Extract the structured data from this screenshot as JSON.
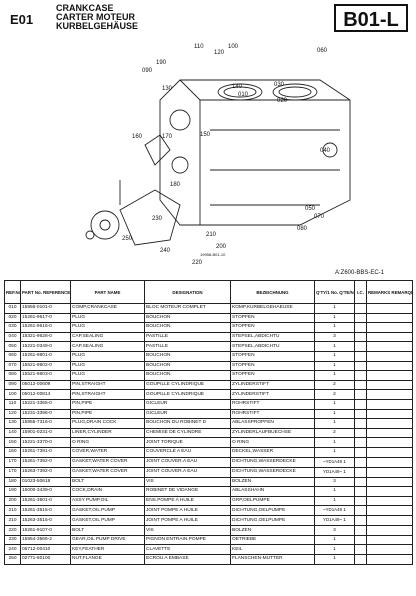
{
  "header": {
    "section_code": "E01",
    "title_lines": [
      "CRANKCASE",
      "CARTER MOTEUR",
      "KURBELGEHÄUSE"
    ],
    "page_code": "B01-L"
  },
  "figure": {
    "callouts": [
      "010",
      "020",
      "030",
      "040",
      "050",
      "060",
      "070",
      "080",
      "090",
      "100",
      "110",
      "120",
      "130",
      "140",
      "150",
      "160",
      "170",
      "180",
      "190",
      "200",
      "210",
      "220",
      "230",
      "240",
      "250"
    ],
    "figure_code": "19958-B01-10"
  },
  "diagram_ref": "A:Z600-BBS-EC-1",
  "table": {
    "headers": {
      "ref": "REF.No. POS.No. BILD-Nr.",
      "part_no": "PART No. REFERENCE BESTELL-Nr.",
      "part_name": "PART NAME",
      "designation": "DESIGNATION",
      "bezeichnung": "BEZEICHNUNG",
      "qty": "Q'TY/1 No. Q'TE/No. STUECK/1 No.",
      "ic": "I.C.",
      "remarks": "REMARKS REMARQUES BEMERKUNGEN"
    },
    "rows": [
      {
        "ref": "010",
        "part": "15956-0101-0",
        "name": "COMP,CRANKCASE",
        "des": "BLOC MOTEUR COMPLET",
        "bez": "KOMP,KURBELGEHAEUSE",
        "qty": "1",
        "mark": ""
      },
      {
        "ref": "020",
        "part": "15261-9617-0",
        "name": "PLUG",
        "des": "BOUCHON",
        "bez": "STOPFEN",
        "qty": "1",
        "mark": ""
      },
      {
        "ref": "030",
        "part": "15261-9616-0",
        "name": "PLUG",
        "des": "BOUCHON",
        "bez": "STOPFEN",
        "qty": "1",
        "mark": ""
      },
      {
        "ref": "040",
        "part": "15321-9626-0",
        "name": "CAP,SEALING",
        "des": "PASTILLE",
        "bez": "STEPSEL,ABDICHTU",
        "qty": "3",
        "mark": ""
      },
      {
        "ref": "050",
        "part": "15221-0349-0",
        "name": "CAP,SEALING",
        "des": "PASTILLE",
        "bez": "STEPSEL,ABDICHTU",
        "qty": "1",
        "mark": ""
      },
      {
        "ref": "060",
        "part": "15261-9801-0",
        "name": "PLUG",
        "des": "BOUCHON",
        "bez": "STOPFEN",
        "qty": "1",
        "mark": ""
      },
      {
        "ref": "070",
        "part": "15521-9602-0",
        "name": "PLUG",
        "des": "BOUCHON",
        "bez": "STOPFEN",
        "qty": "1",
        "mark": ""
      },
      {
        "ref": "080",
        "part": "15521-9603-0",
        "name": "PLUG",
        "des": "BOUCHON",
        "bez": "STOPFEN",
        "qty": "1",
        "mark": ""
      },
      {
        "ref": "090",
        "part": "05012-00609",
        "name": "PIN,STRAIGHT",
        "des": "GOUPILLE CYLINDRIQUE",
        "bez": "ZYLINDERSTIFT",
        "qty": "2",
        "mark": ""
      },
      {
        "ref": "100",
        "part": "05012-00814",
        "name": "PIN,STRAIGHT",
        "des": "GOUPILLE CYLINDRIQUE",
        "bez": "ZYLINDERSTIFT",
        "qty": "2",
        "mark": ""
      },
      {
        "ref": "110",
        "part": "15221-3365-0",
        "name": "PIN,PIPE",
        "des": "GICLEUR",
        "bez": "ROHRSTIFT",
        "qty": "1",
        "mark": ""
      },
      {
        "ref": "120",
        "part": "15231-3396-0",
        "name": "PIN,PIPE",
        "des": "GICLEUR",
        "bez": "ROHRSTIFT",
        "qty": "1",
        "mark": ""
      },
      {
        "ref": "130",
        "part": "15956-7316-0",
        "name": "PLUG,DRAIN COCK",
        "des": "BOUCHON DU ROBINET D",
        "bez": "ABLASSPROPFEN",
        "qty": "1",
        "mark": ""
      },
      {
        "ref": "140",
        "part": "15901-0231-0",
        "name": "LINER,CYLINDER",
        "des": "CHEMISE DE CYLINDRE",
        "bez": "ZYLINDERLAUFBUECHSE",
        "qty": "2",
        "mark": ""
      },
      {
        "ref": "150",
        "part": "15221-3370-0",
        "name": "O RING",
        "des": "JOINT TORIQUE",
        "bez": "O RING",
        "qty": "1",
        "mark": ""
      },
      {
        "ref": "160",
        "part": "15261-7391-0",
        "name": "COVER,WATER",
        "des": "COUVERCLE A EAU",
        "bez": "DECKEL,WASSER",
        "qty": "1",
        "mark": ""
      },
      {
        "ref": "170",
        "part": "15261-7392-0",
        "name": "GASKET,WATER COVER",
        "des": "JOINT COUVER.A EAU",
        "bez": "DICHTUNG,WASSERDECKE",
        "qty": "1",
        "mark": "~YD1A49"
      },
      {
        "ref": "170",
        "part": "15263-7392-0",
        "name": "GASKET,WATER COVER",
        "des": "JOINT COUVER.A EAU",
        "bez": "DICHTUNG,WASSERDECKE",
        "qty": "1",
        "mark": "YD1A49~"
      },
      {
        "ref": "180",
        "part": "01023-50618",
        "name": "BOLT",
        "des": "VIS",
        "bez": "BOLZEN",
        "qty": "3",
        "mark": ""
      },
      {
        "ref": "190",
        "part": "15000-3439-0",
        "name": "COCK,DRAIN",
        "des": "ROBINET DE VIDANGE",
        "bez": "ABLASSHAHN",
        "qty": "1",
        "mark": ""
      },
      {
        "ref": "200",
        "part": "15261-3501-0",
        "name": "ASSY PUMP,OIL",
        "des": "ENS.POMPE A HUILE",
        "bez": "GRP,OELPUMPE",
        "qty": "1",
        "mark": ""
      },
      {
        "ref": "210",
        "part": "15261-3515-0",
        "name": "GASKET,OIL PUMP",
        "des": "JOINT POMPE A HUILE",
        "bez": "DICHTUNG,OELPUMPE",
        "qty": "1",
        "mark": "~YD1A49"
      },
      {
        "ref": "210",
        "part": "15263-3515-0",
        "name": "GASKET,OIL PUMP",
        "des": "JOINT POMPE A HUILE",
        "bez": "DICHTUNG,OELPUMPE",
        "qty": "1",
        "mark": "YD1A49~"
      },
      {
        "ref": "220",
        "part": "15261-9107-0",
        "name": "BOLT",
        "des": "VIS",
        "bez": "BOLZEN",
        "qty": "3",
        "mark": ""
      },
      {
        "ref": "230",
        "part": "15954-3566-2",
        "name": "GEAR,OIL PUMP DRIVE",
        "des": "PIGNON ENTRAIN.POMPE",
        "bez": "OETRIEBE",
        "qty": "1",
        "mark": ""
      },
      {
        "ref": "240",
        "part": "05712-00410",
        "name": "KEY,FEATHER",
        "des": "CLAVETTE",
        "bez": "KEIL",
        "qty": "1",
        "mark": ""
      },
      {
        "ref": "250",
        "part": "02771-60100",
        "name": "NUT,FLANGE",
        "des": "ECROU A EMBASE",
        "bez": "FLANSCHEN-MUTTER",
        "qty": "1",
        "mark": ""
      }
    ]
  }
}
